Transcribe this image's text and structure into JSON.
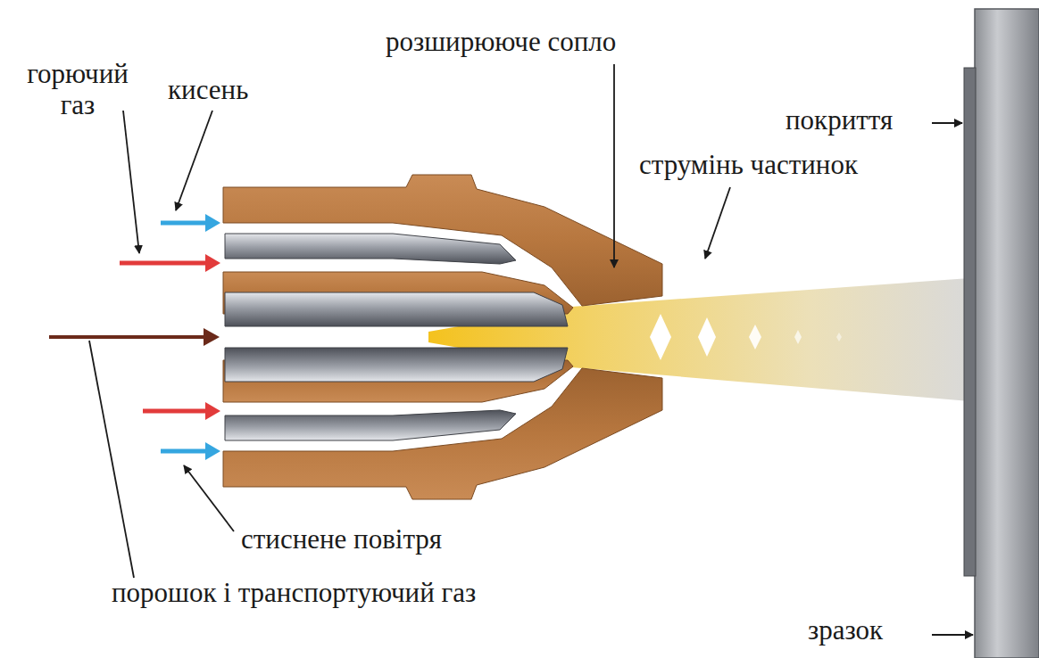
{
  "diagram": {
    "labels": [
      "горючий газ",
      "кисень",
      "розширююче сопло",
      "струмінь частинок",
      "покриття",
      "стиснене повітря",
      "порошок і транспортуючий газ",
      "зразок"
    ]
  }
}
